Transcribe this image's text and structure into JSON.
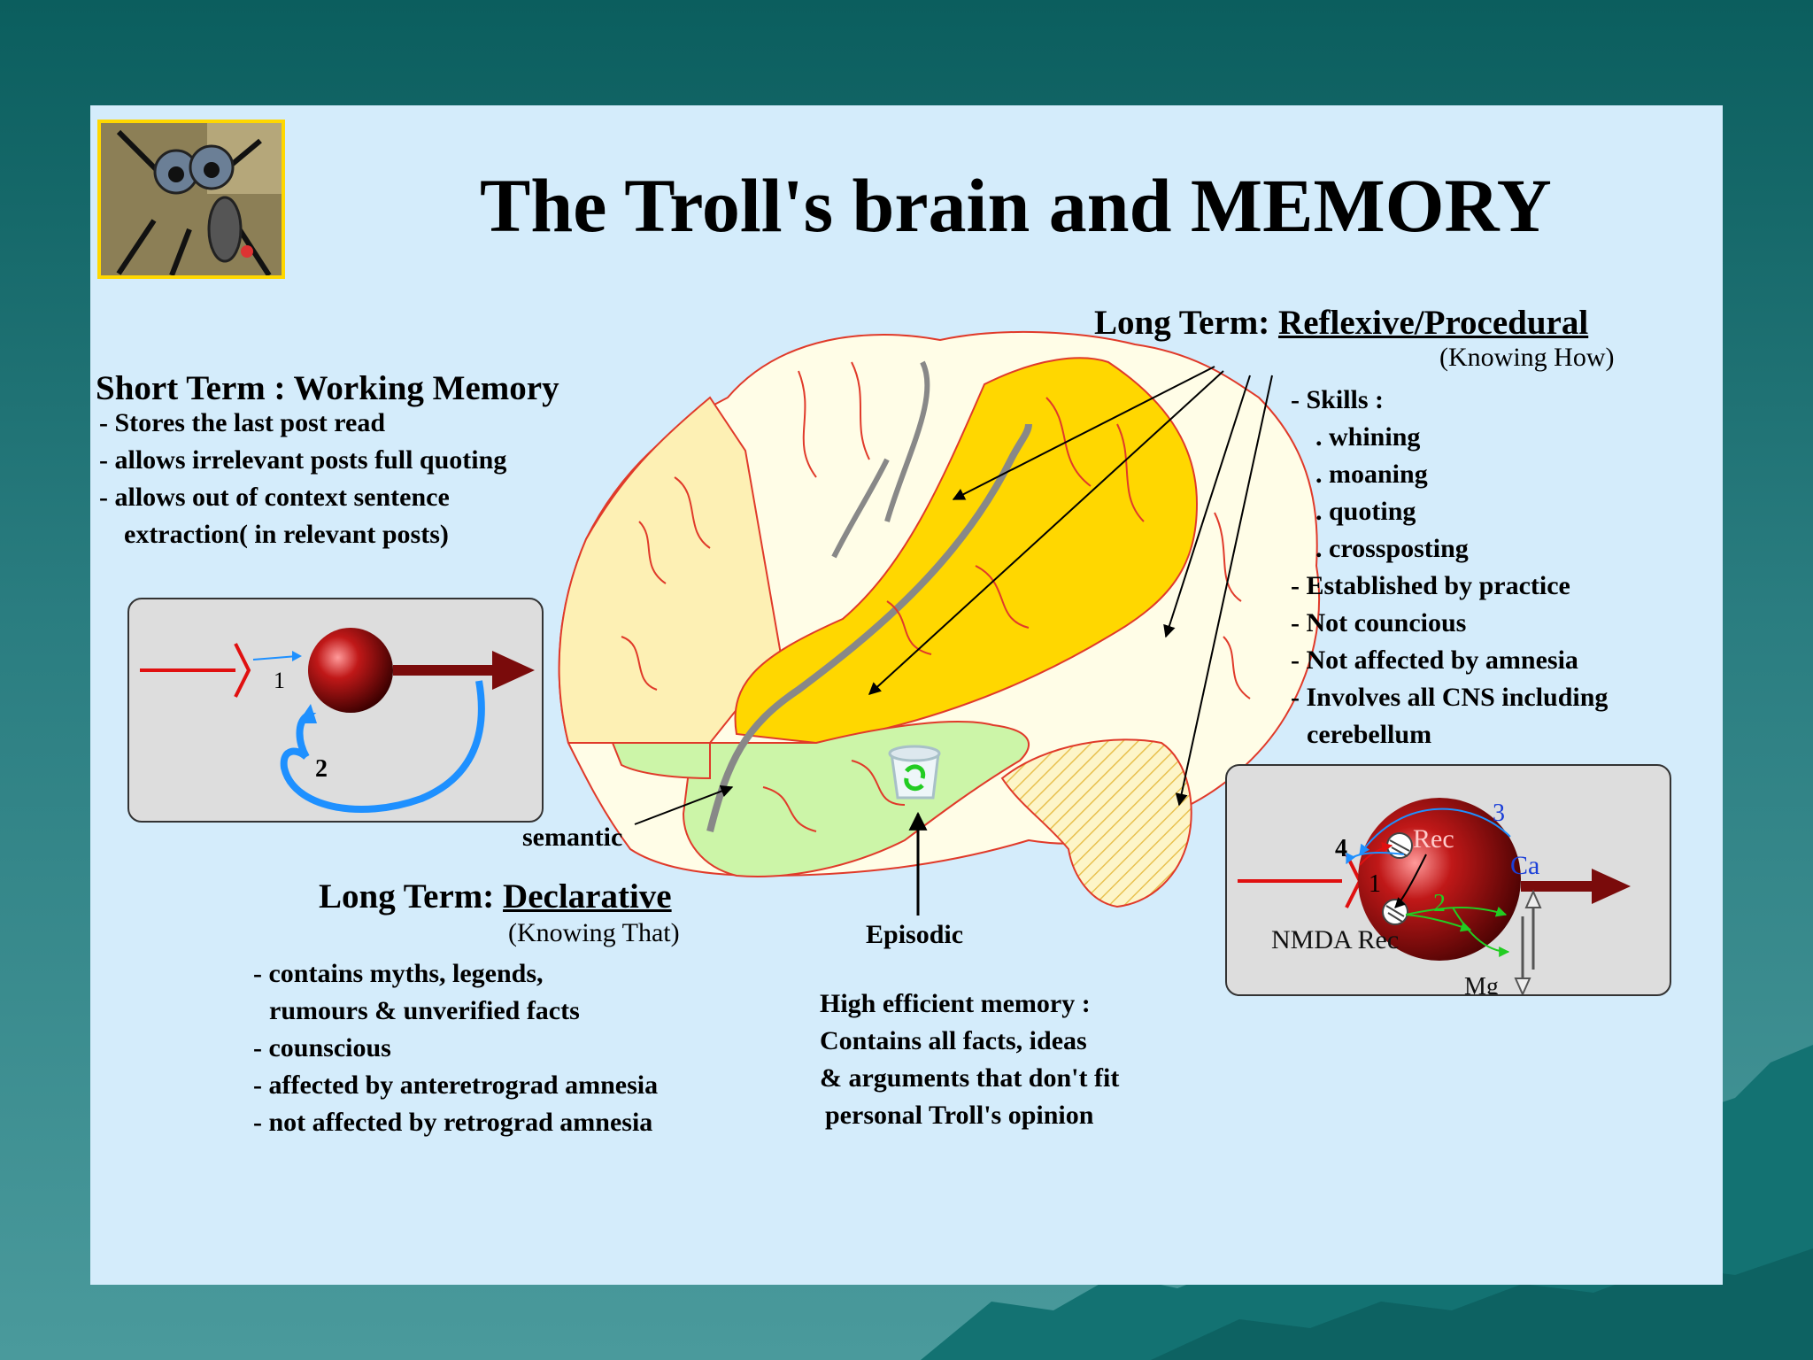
{
  "title": "The Troll's brain and MEMORY",
  "short_term": {
    "heading": "Short Term : Working Memory",
    "lines": [
      "- Stores the last post read",
      "- allows irrelevant posts full quoting",
      "- allows out of context sentence",
      "  extraction( in relevant posts)"
    ]
  },
  "long_term_procedural": {
    "heading_prefix": "Long Term:",
    "heading_main": "Reflexive/Procedural",
    "subheading": "(Knowing How)",
    "lines": [
      "- Skills :",
      "  . whining",
      "  . moaning",
      "  . quoting",
      "  . crossposting",
      "- Established by practice",
      "- Not councious",
      "- Not affected by amnesia",
      "- Involves all CNS including",
      "  cerebellum"
    ]
  },
  "long_term_declarative": {
    "heading_prefix": "Long Term:",
    "heading_main": "Declarative",
    "subheading": "(Knowing That)",
    "lines": [
      "- contains myths, legends,",
      "  rumours & unverified facts",
      "- counscious",
      "- affected by anteretrograd amnesia",
      "- not affected by retrograd amnesia"
    ]
  },
  "labels": {
    "semantic": "semantic",
    "episodic": "Episodic"
  },
  "episodic_note": {
    "lines": [
      "High efficient memory :",
      "Contains all facts, ideas",
      "& arguments that don't fit",
      "personal Troll's opinion"
    ]
  },
  "neuron_left": {
    "label_1": "1",
    "label_2": "2"
  },
  "neuron_right": {
    "label_1": "1",
    "label_2": "2",
    "label_3": "3",
    "label_4": "4",
    "rec": "Rec",
    "ca": "Ca",
    "nmda": "NMDA Rec",
    "mg": "Mg"
  },
  "colors": {
    "slide_bg": "#d4ecfb",
    "frontal_lobe": "#fdf0b4",
    "yellow_region": "#ffd700",
    "temporal_lobe": "#ccf5a8",
    "brain_outline": "#e03a2a",
    "neuron_red": "#b01010",
    "axon_arrow": "#7a0b0b",
    "feedback_blue": "#1e90ff",
    "ca_blue": "#1b3fd8",
    "green": "#22cc22"
  }
}
